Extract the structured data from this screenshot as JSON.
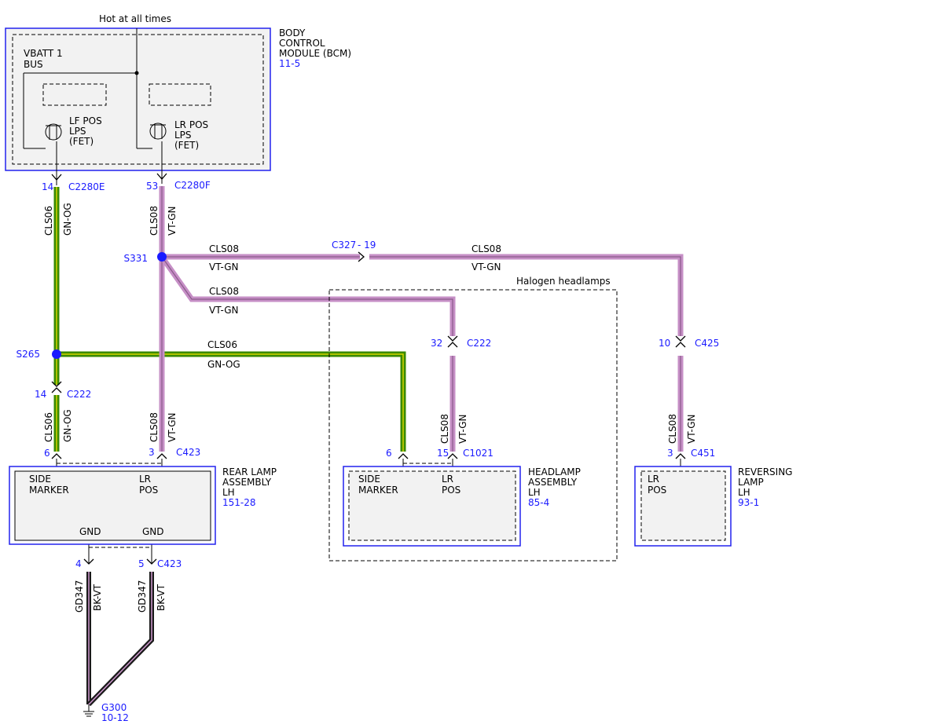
{
  "hot_label": "Hot at all times",
  "colors": {
    "module_border": "#2222ee",
    "module_fill": "#f2f2f2",
    "ref_text": "#1a1aff",
    "splice": "#1a1aff",
    "wire_green": "#3a8a00",
    "wire_green_stripe": "#d4d400",
    "wire_violet": "#c68fc6",
    "wire_violet_stripe": "#8a5a8a",
    "wire_black": "#1a1a1a",
    "wire_black_stripe": "#d09ad0"
  },
  "bcm": {
    "name_lines": [
      "BODY",
      "CONTROL",
      "MODULE (BCM)"
    ],
    "ref": "11-5",
    "bus_lines": [
      "VBATT 1",
      "BUS"
    ],
    "lf_lines": [
      "LF POS",
      "LPS",
      "(FET)"
    ],
    "lr_lines": [
      "LR POS",
      "LPS",
      "(FET)"
    ]
  },
  "pins": {
    "bcm_lf": "14",
    "bcm_lf_conn": "C2280E",
    "bcm_lr": "53",
    "bcm_lr_conn": "C2280F",
    "inline_c327_conn": "C327",
    "inline_c327_pin": "- 19",
    "c222_left_pin": "14",
    "c222_left_conn": "C222",
    "c222_right_pin": "32",
    "c222_right_conn": "C222",
    "c425_pin": "10",
    "c425_conn": "C425",
    "rear_side_pin": "6",
    "rear_lr_pin": "3",
    "rear_conn": "C423",
    "head_side_pin": "6",
    "head_lr_pin": "15",
    "head_conn": "C1021",
    "rev_pin": "3",
    "rev_conn": "C451",
    "gnd1_pin": "4",
    "gnd2_pin": "5",
    "gnd_conn": "C423"
  },
  "wires": {
    "cls06": "CLS06",
    "gn_og": "GN-OG",
    "cls08": "CLS08",
    "vt_gn": "VT-GN",
    "gd347": "GD347",
    "bk_vt": "BK-VT"
  },
  "splices": {
    "s331": "S331",
    "s265": "S265"
  },
  "halogen_label": "Halogen headlamps",
  "rear_lamp": {
    "name_lines": [
      "REAR LAMP",
      "ASSEMBLY",
      "LH"
    ],
    "ref": "151-28",
    "side_lines": [
      "SIDE",
      "MARKER"
    ],
    "lr_lines": [
      "LR",
      "POS"
    ],
    "gnd1": "GND",
    "gnd2": "GND"
  },
  "headlamp": {
    "name_lines": [
      "HEADLAMP",
      "ASSEMBLY",
      "LH"
    ],
    "ref": "85-4",
    "side_lines": [
      "SIDE",
      "MARKER"
    ],
    "lr_lines": [
      "LR",
      "POS"
    ]
  },
  "reversing": {
    "name_lines": [
      "REVERSING",
      "LAMP",
      "LH"
    ],
    "ref": "93-1",
    "lr_lines": [
      "LR",
      "POS"
    ]
  },
  "ground": {
    "name": "G300",
    "ref": "10-12"
  }
}
